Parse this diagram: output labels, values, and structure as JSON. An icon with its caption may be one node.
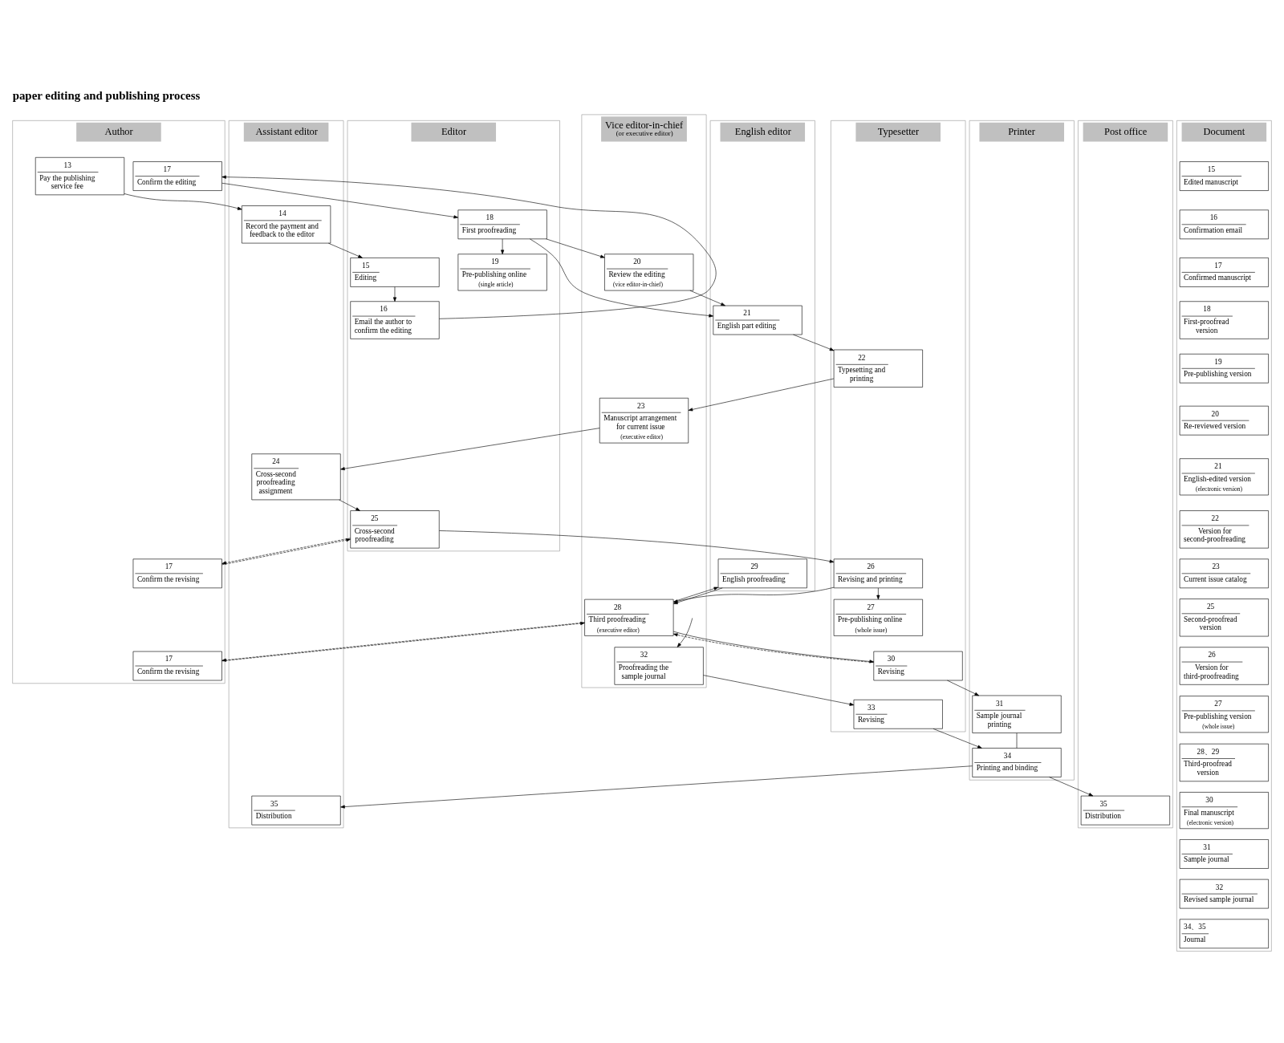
{
  "diagram": {
    "title": "paper editing and publishing process",
    "nodes": [
      {
        "text": [
          "Author"
        ]
      },
      {
        "text": [
          "Assistant editor"
        ]
      },
      {
        "text": [
          "Editor"
        ]
      },
      {
        "text": [
          "English editor"
        ]
      },
      {
        "text": [
          "Vice editor-in-chief",
          "(or executive editor)"
        ]
      },
      {
        "text": [
          "Typesetter"
        ]
      },
      {
        "text": [
          "Printer"
        ]
      },
      {
        "text": [
          "Post office"
        ]
      },
      {
        "text": [
          "Document"
        ]
      },
      {
        "text": [
          "13",
          "Pay the publishing service fee"
        ],
        "in": 0
      },
      {
        "text": [
          "14",
          "Record the payment and feedback to the editor"
        ],
        "in": 1
      },
      {
        "text": [
          "15",
          "Editing"
        ],
        "in": 2
      },
      {
        "text": [
          "17",
          "Confirm the editing"
        ],
        "in": 0
      },
      {
        "text": [
          "16",
          "Email the author to confirm the editing"
        ],
        "in": 2
      },
      {
        "text": [
          "18",
          "First proofreading"
        ],
        "in": 2
      },
      {
        "text": [
          "20",
          "Review the editing",
          "(vice editor-in-chief)"
        ],
        "in": 4
      },
      {
        "text": [
          "19",
          "Pre-publishing online",
          "(single article)"
        ],
        "in": 2
      },
      {
        "text": [
          "21",
          "English part editing"
        ],
        "in": 3
      },
      {
        "text": [
          "22",
          "Typesetting and printing"
        ],
        "in": 5
      },
      {
        "text": [
          "23",
          "Manuscript arrangement for current issue",
          "(executive editor)"
        ],
        "in": 4
      },
      {
        "text": [
          "24",
          "Cross-second proofreading assignment"
        ],
        "in": 1
      },
      {
        "text": [
          "25",
          "Cross-second proofreading"
        ],
        "in": 2
      },
      {
        "text": [
          "26",
          "Revising and printing"
        ],
        "in": 5
      },
      {
        "text": [
          "17",
          "Confirm the revising"
        ],
        "in": 0
      },
      {
        "text": [
          "29",
          "English proofreading"
        ],
        "in": 3
      },
      {
        "text": [
          "28",
          "Third proofreading",
          "(executive editor)"
        ],
        "in": 4
      },
      {
        "text": [
          "27",
          "Pre-publishing online",
          "(whole issue)"
        ],
        "in": 5
      },
      {
        "text": [
          "17",
          "Confirm the revising"
        ],
        "in": 0
      },
      {
        "text": [
          "30",
          "Revising"
        ],
        "in": 5
      },
      {
        "text": [
          "31",
          "Sample journal printing"
        ],
        "in": 6
      },
      {
        "text": [
          "32",
          "Proofreading the sample journal"
        ],
        "in": 4
      },
      {
        "text": [
          "33",
          "Revising"
        ],
        "in": 5
      },
      {
        "text": [
          "34",
          "Printing and binding"
        ],
        "in": 6
      },
      {
        "text": [
          "35",
          "Distribution"
        ],
        "in": 1
      },
      {
        "text": [
          "35",
          "Distribution"
        ],
        "in": 7
      },
      {
        "text": [
          "15",
          "Edited manuscript"
        ],
        "in": 8
      },
      {
        "text": [
          "16",
          "Confirmation email"
        ],
        "in": 8
      },
      {
        "text": [
          "17",
          "Confirmed manuscript"
        ],
        "in": 8
      },
      {
        "text": [
          "18",
          "First-proofread version"
        ],
        "in": 8
      },
      {
        "text": [
          "19",
          "Pre-publishing version"
        ],
        "in": 8
      },
      {
        "text": [
          "20",
          "Re-reviewed version"
        ],
        "in": 8
      },
      {
        "text": [
          "21",
          "English-edited version",
          "(electronic version)"
        ],
        "in": 8
      },
      {
        "text": [
          "22",
          "Version for second-proofreading"
        ],
        "in": 8
      },
      {
        "text": [
          "23",
          "Current issue catalog"
        ],
        "in": 8
      },
      {
        "text": [
          "25",
          "Second-proofread version"
        ],
        "in": 8
      },
      {
        "text": [
          "26",
          "Version for third-proofreading"
        ],
        "in": 8
      },
      {
        "text": [
          "27",
          "Pre-publishing version",
          "(whole issue)"
        ],
        "in": 8
      },
      {
        "text": [
          "28、29",
          "Third-proofread version"
        ],
        "in": 8
      },
      {
        "text": [
          "30",
          "Final manuscript",
          "(electronic version)"
        ],
        "in": 8
      },
      {
        "text": [
          "31",
          "Sample journal"
        ],
        "in": 8
      },
      {
        "text": [
          "32",
          "Revised sample journal"
        ],
        "in": 8
      },
      {
        "text": [
          "34、35",
          "Journal"
        ],
        "in": 8
      }
    ],
    "edges": [
      {
        "from": 9,
        "to": 10,
        "arrow": "to"
      },
      {
        "from": 10,
        "to": 11,
        "arrow": "to"
      },
      {
        "from": 11,
        "to": 13,
        "arrow": "to"
      },
      {
        "from": 13,
        "to": 12,
        "arrow": "to"
      },
      {
        "from": 12,
        "to": 14,
        "arrow": "to"
      },
      {
        "from": 14,
        "to": 16,
        "arrow": "to"
      },
      {
        "from": 14,
        "to": 17,
        "arrow": "to"
      },
      {
        "from": 14,
        "to": 15,
        "arrow": "to"
      },
      {
        "from": 15,
        "to": 17,
        "arrow": "to"
      },
      {
        "from": 17,
        "to": 18,
        "arrow": "to"
      },
      {
        "from": 18,
        "to": 19,
        "arrow": "to"
      },
      {
        "from": 19,
        "to": 20,
        "arrow": "to"
      },
      {
        "from": 20,
        "to": 21,
        "arrow": "to"
      },
      {
        "from": 21,
        "to": 22,
        "arrow": "to"
      },
      {
        "from": 21,
        "to": 23,
        "arrow": "to",
        "style": "dashed"
      },
      {
        "from": 23,
        "to": 21,
        "arrow": "to",
        "style": "dashed"
      },
      {
        "from": 22,
        "to": 25,
        "arrow": "to"
      },
      {
        "from": 22,
        "to": 26,
        "arrow": "to"
      },
      {
        "from": 25,
        "to": 24,
        "arrow": "to"
      },
      {
        "from": 24,
        "to": 25,
        "arrow": "to"
      },
      {
        "from": 25,
        "to": 27,
        "arrow": "to",
        "style": "dashed"
      },
      {
        "from": 27,
        "to": 25,
        "arrow": "to",
        "style": "dashed"
      },
      {
        "from": 25,
        "to": 28,
        "arrow": "to"
      },
      {
        "from": 28,
        "to": 25,
        "arrow": "to",
        "style": "dashed"
      },
      {
        "from": 28,
        "to": 29,
        "arrow": "to"
      },
      {
        "from": 29,
        "to": 32,
        "arrow": "none"
      },
      {
        "from": null,
        "to": 30,
        "arrow": "to"
      },
      {
        "from": 30,
        "to": 31,
        "arrow": "to"
      },
      {
        "from": 31,
        "to": 32,
        "arrow": "to"
      },
      {
        "from": 32,
        "to": 33,
        "arrow": "to"
      },
      {
        "from": 32,
        "to": 34,
        "arrow": "to"
      }
    ]
  }
}
